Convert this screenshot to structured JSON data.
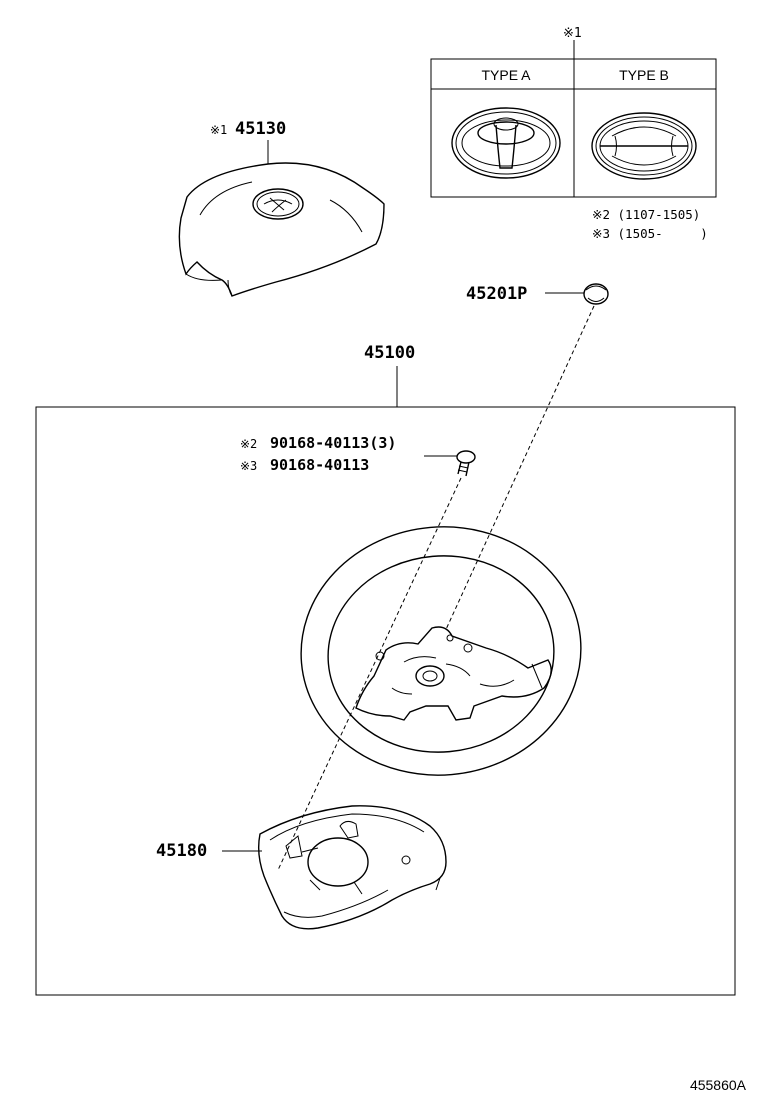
{
  "note_mark": "※1",
  "logo_table": {
    "header_a": "TYPE A",
    "header_b": "TYPE B"
  },
  "notes": {
    "note2": "※2 (1107-1505)",
    "note3": "※3 (1505-     )"
  },
  "parts": {
    "pad_mark": "※1",
    "pad": "45130",
    "plug": "45201P",
    "wheel_assy": "45100",
    "bolt_mark2": "※2",
    "bolt_a": "90168-40113(3)",
    "bolt_mark3": "※3",
    "bolt_b": "90168-40113",
    "cover": "45180"
  },
  "diagram_id": "455860A"
}
